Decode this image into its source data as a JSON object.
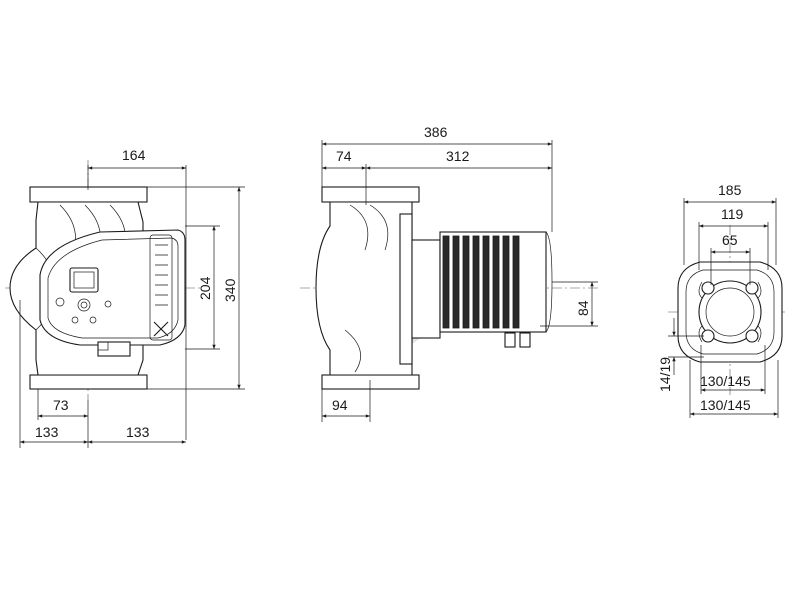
{
  "dimensions": {
    "front": {
      "width_top": "164",
      "height_display": "204",
      "height_total": "340",
      "offset_inner": "73",
      "half_left": "133",
      "half_right": "133"
    },
    "side": {
      "length_total": "386",
      "flange_offset": "74",
      "motor_length": "312",
      "motor_height": "84",
      "base_offset": "94"
    },
    "flange": {
      "outer": "185",
      "bolt_circle": "119",
      "bore": "65",
      "hole": "14/19",
      "pcd_1": "130/145",
      "pcd_2": "130/145"
    }
  }
}
